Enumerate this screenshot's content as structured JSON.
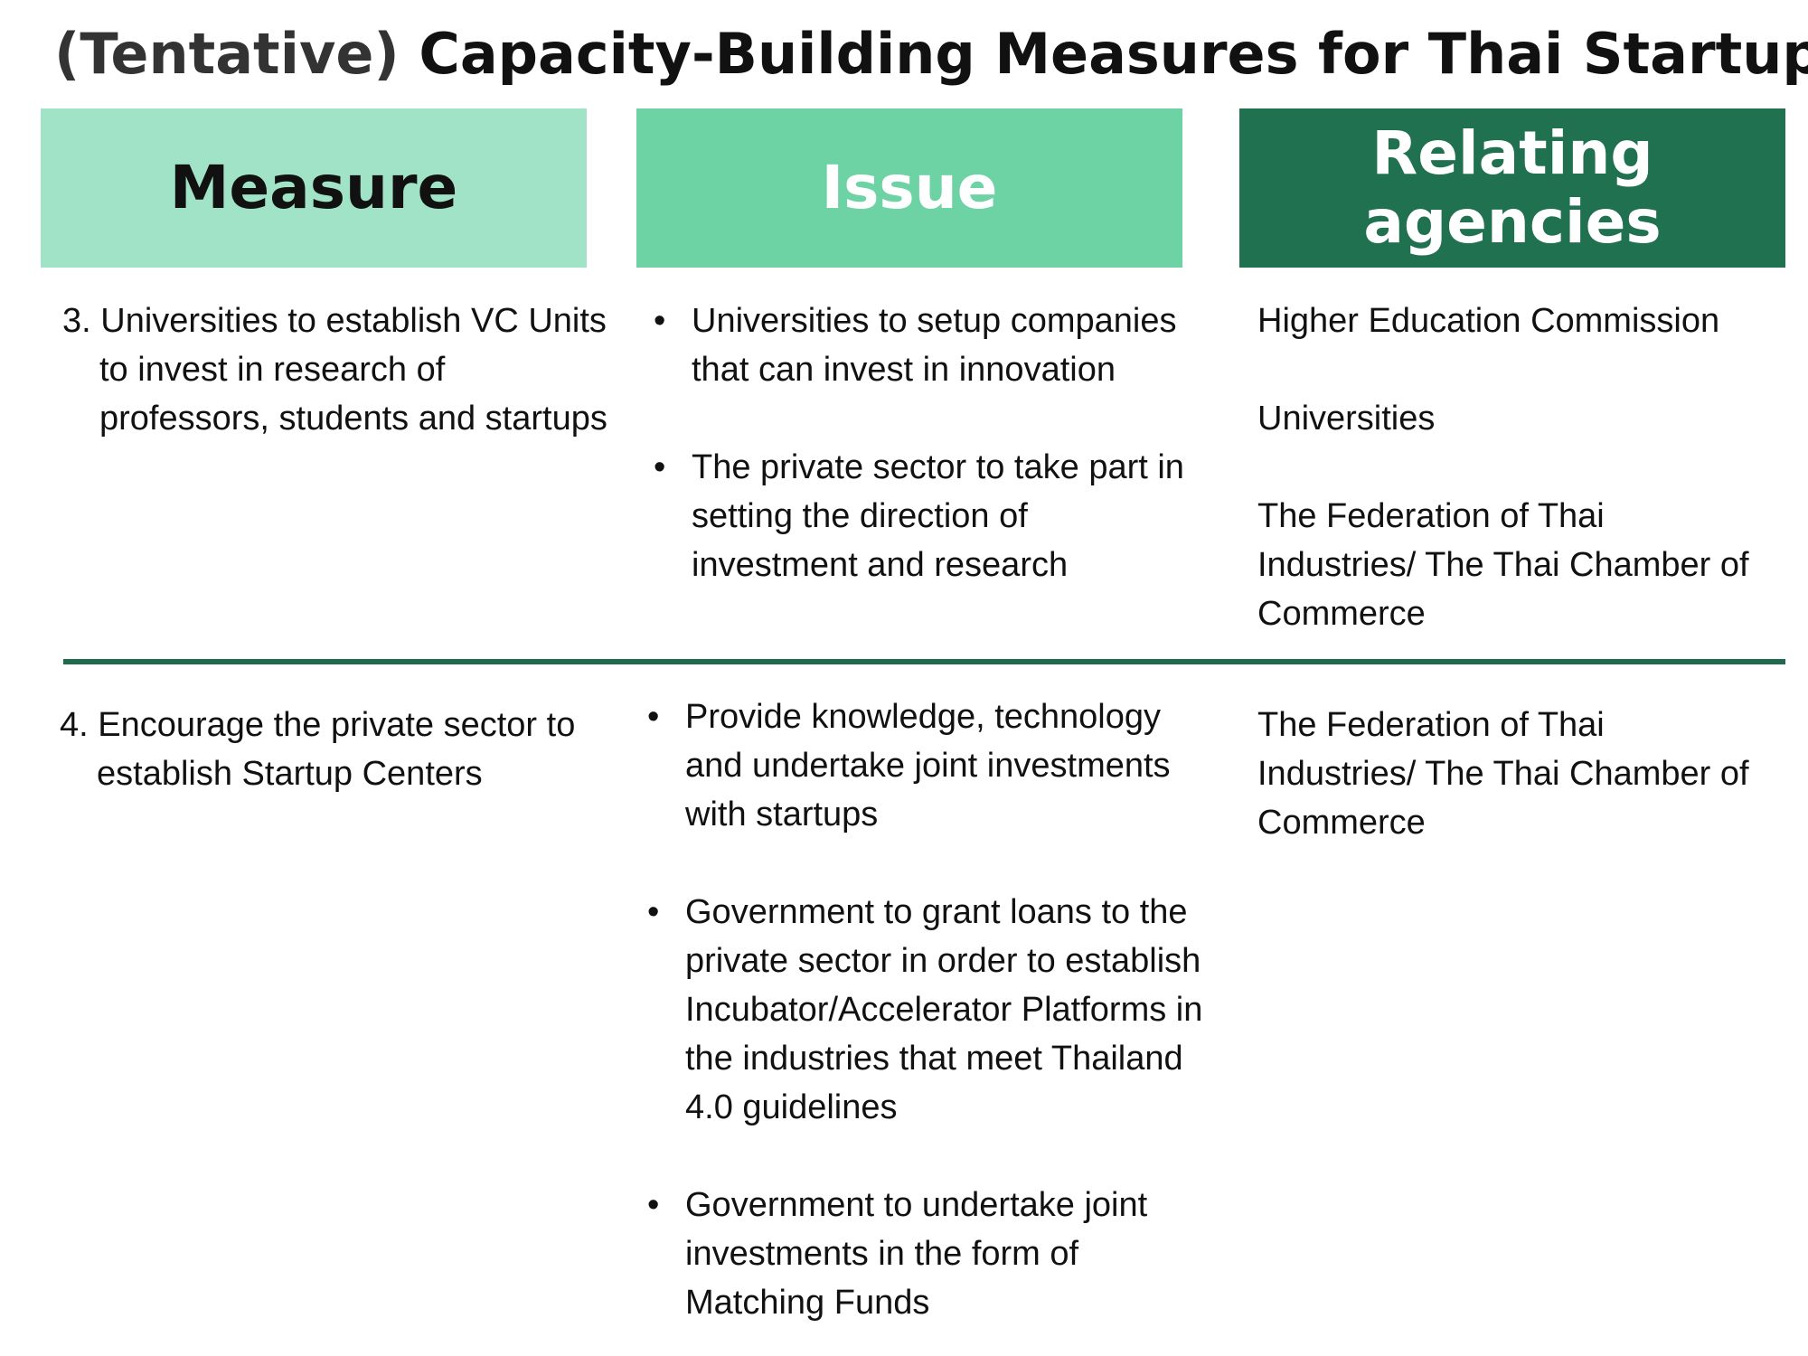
{
  "title": {
    "prefix": "(Tentative)",
    "main": " Capacity-Building Measures for Thai Startups"
  },
  "headers": {
    "measure": "Measure",
    "issue": "Issue",
    "agencies": "Relating agencies"
  },
  "rows": [
    {
      "measure": "3. Universities to establish VC Units to invest in research of professors, students and startups",
      "issues": [
        "Universities to setup companies that can invest in innovation",
        "The private sector to take part in setting the direction of investment and research"
      ],
      "agencies": [
        "Higher Education Commission",
        "Universities",
        "The Federation of Thai Industries/ The Thai Chamber of Commerce"
      ]
    },
    {
      "measure": "4. Encourage the private sector to establish Startup Centers",
      "issues": [
        "Provide knowledge, technology and undertake joint investments with startups",
        "Government to grant loans to the private sector in order to establish Incubator/Accelerator Platforms in the industries that meet Thailand 4.0 guidelines",
        "Government to undertake joint investments in the form of Matching Funds"
      ],
      "agencies": [
        "The Federation of Thai Industries/ The Thai Chamber of Commerce"
      ]
    }
  ],
  "colors": {
    "measure_header": "#a0e3c7",
    "issue_header": "#6dd3a4",
    "agencies_header": "#1f7150",
    "divider": "#1f6b4e"
  }
}
